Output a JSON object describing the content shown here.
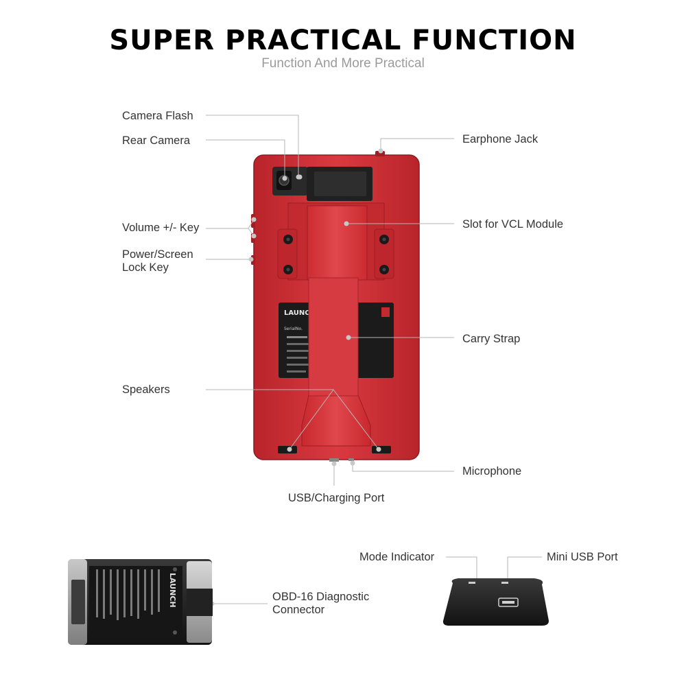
{
  "header": {
    "title": "SUPER PRACTICAL FUNCTION",
    "subtitle": "Function And More Practical"
  },
  "callouts": {
    "camera_flash": "Camera Flash",
    "rear_camera": "Rear Camera",
    "earphone_jack": "Earphone Jack",
    "volume_key": "Volume +/- Key",
    "slot_vcl": "Slot for VCL Module",
    "power_key_line1": "Power/Screen",
    "power_key_line2": "Lock Key",
    "carry_strap": "Carry Strap",
    "speakers": "Speakers",
    "microphone": "Microphone",
    "usb_port": "USB/Charging Port",
    "mode_indicator": "Mode Indicator",
    "mini_usb": "Mini USB Port",
    "obd_line1": "OBD-16 Diagnostic",
    "obd_line2": "Connector"
  },
  "device_label": {
    "brand": "LAUNCH",
    "serial": "SerialNo."
  },
  "module_label": {
    "brand": "LAUNCH"
  },
  "colors": {
    "device_red": "#d42f35",
    "device_red_dark": "#a9191f",
    "line_gray": "#b5b5b5",
    "module_black": "#1c1c1c"
  }
}
